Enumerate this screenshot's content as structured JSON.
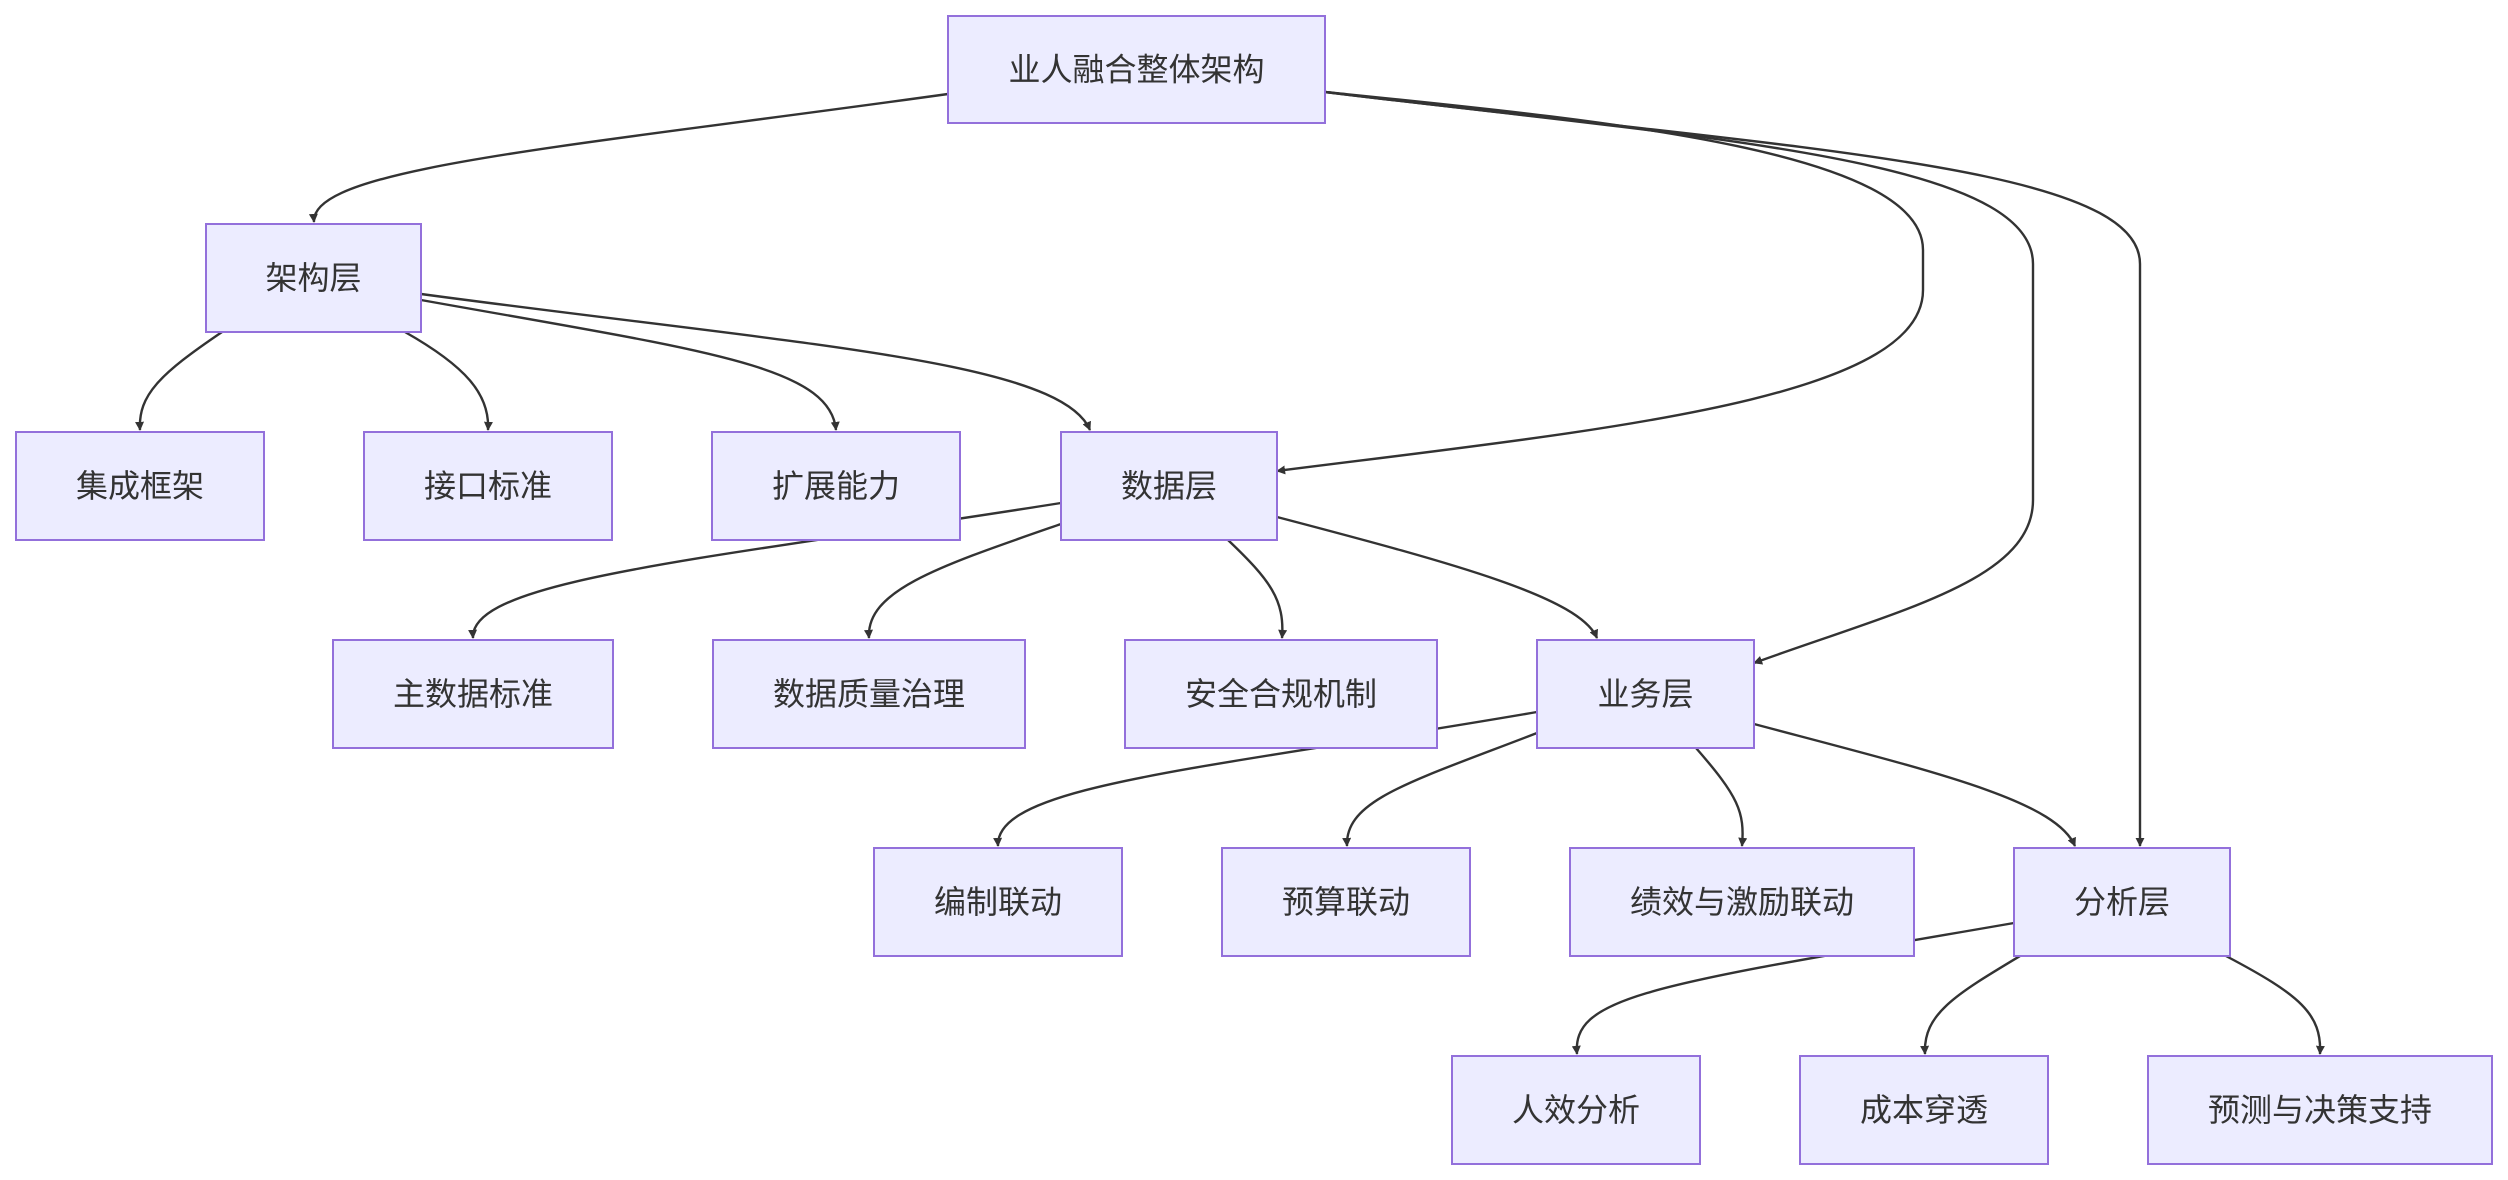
{
  "nodes": {
    "root": "业人融合整体架构",
    "arch": "架构层",
    "data": "数据层",
    "biz": "业务层",
    "analysis": "分析层",
    "integration_framework": "集成框架",
    "interface_standard": "接口标准",
    "extension_capability": "扩展能力",
    "master_data_standard": "主数据标准",
    "data_quality_governance": "数据质量治理",
    "security_compliance": "安全合规机制",
    "staffing_linkage": "编制联动",
    "budget_linkage": "预算联动",
    "performance_incentive_linkage": "绩效与激励联动",
    "efficiency_analysis": "人效分析",
    "cost_penetration": "成本穿透",
    "forecast_decision_support": "预测与决策支持"
  },
  "edges": [
    {
      "from": "root",
      "to": "arch"
    },
    {
      "from": "root",
      "to": "data"
    },
    {
      "from": "root",
      "to": "biz"
    },
    {
      "from": "root",
      "to": "analysis"
    },
    {
      "from": "arch",
      "to": "integration_framework"
    },
    {
      "from": "arch",
      "to": "interface_standard"
    },
    {
      "from": "arch",
      "to": "extension_capability"
    },
    {
      "from": "arch",
      "to": "data"
    },
    {
      "from": "data",
      "to": "master_data_standard"
    },
    {
      "from": "data",
      "to": "data_quality_governance"
    },
    {
      "from": "data",
      "to": "security_compliance"
    },
    {
      "from": "data",
      "to": "biz"
    },
    {
      "from": "biz",
      "to": "staffing_linkage"
    },
    {
      "from": "biz",
      "to": "budget_linkage"
    },
    {
      "from": "biz",
      "to": "performance_incentive_linkage"
    },
    {
      "from": "biz",
      "to": "analysis"
    },
    {
      "from": "analysis",
      "to": "efficiency_analysis"
    },
    {
      "from": "analysis",
      "to": "cost_penetration"
    },
    {
      "from": "analysis",
      "to": "forecast_decision_support"
    }
  ]
}
